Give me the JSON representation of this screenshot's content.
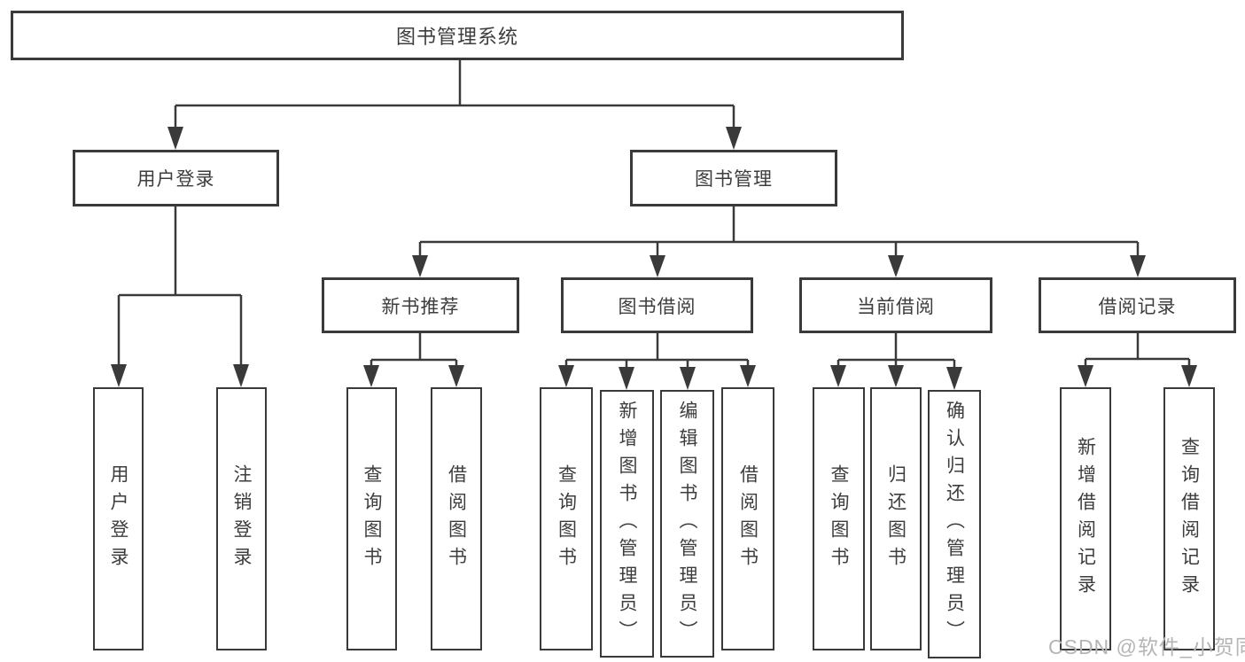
{
  "colors": {
    "line": "#3a3a3a",
    "text": "#3d3d3d",
    "watermark": "#b5b5b5",
    "background": "#ffffff"
  },
  "nodes": {
    "root": {
      "label": "图书管理系统"
    },
    "level2": [
      {
        "label": "用户登录"
      },
      {
        "label": "图书管理"
      }
    ],
    "level3": [
      {
        "label": "新书推荐"
      },
      {
        "label": "图书借阅"
      },
      {
        "label": "当前借阅"
      },
      {
        "label": "借阅记录"
      }
    ],
    "leaves": [
      {
        "label": "用户登录"
      },
      {
        "label": "注销登录"
      },
      {
        "label": "查询图书"
      },
      {
        "label": "借阅图书"
      },
      {
        "label": "查询图书"
      },
      {
        "label": "新增图书（管理员）"
      },
      {
        "label": "编辑图书（管理员）"
      },
      {
        "label": "借阅图书"
      },
      {
        "label": "查询图书"
      },
      {
        "label": "归还图书"
      },
      {
        "label": "确认归还（管理员）"
      },
      {
        "label": "新增借阅记录"
      },
      {
        "label": "查询借阅记录"
      }
    ]
  },
  "watermark": {
    "text": "CSDN @软件_小贺同学"
  }
}
